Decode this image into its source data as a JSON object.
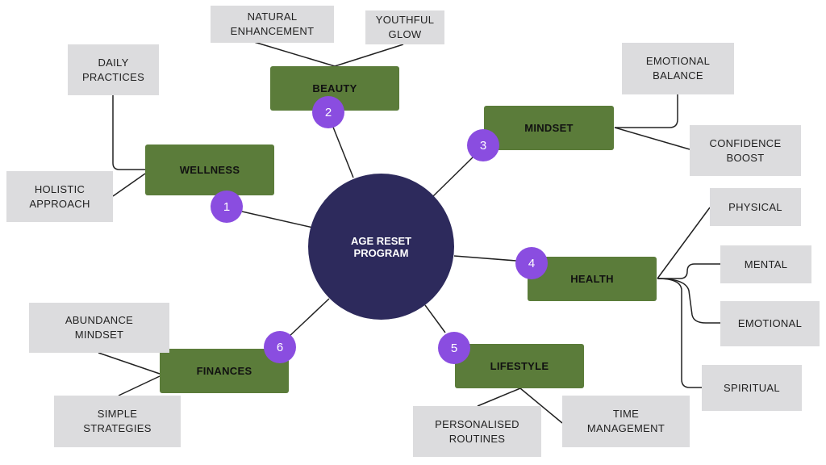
{
  "center": {
    "title": "AGE RESET PROGRAM"
  },
  "topics": [
    {
      "number": "1",
      "label": "WELLNESS",
      "items": [
        "DAILY\nPRACTICES",
        "HOLISTIC\nAPPROACH"
      ]
    },
    {
      "number": "2",
      "label": "BEAUTY",
      "items": [
        "NATURAL\nENHANCEMENT",
        "YOUTHFUL\nGLOW"
      ]
    },
    {
      "number": "3",
      "label": "MINDSET",
      "items": [
        "EMOTIONAL\nBALANCE",
        "CONFIDENCE\nBOOST"
      ]
    },
    {
      "number": "4",
      "label": "HEALTH",
      "items": [
        "PHYSICAL",
        "MENTAL",
        "EMOTIONAL",
        "SPIRITUAL"
      ]
    },
    {
      "number": "5",
      "label": "LIFESTYLE",
      "items": [
        "PERSONALISED\nROUTINES",
        "TIME\nMANAGEMENT"
      ]
    },
    {
      "number": "6",
      "label": "FINANCES",
      "items": [
        "ABUNDANCE\nMINDSET",
        "SIMPLE\nSTRATEGIES"
      ]
    }
  ],
  "colors": {
    "center": "#2d2a5c",
    "topic": "#5b7c3a",
    "leaf": "#dcdcde",
    "badge": "#8a4de0"
  }
}
